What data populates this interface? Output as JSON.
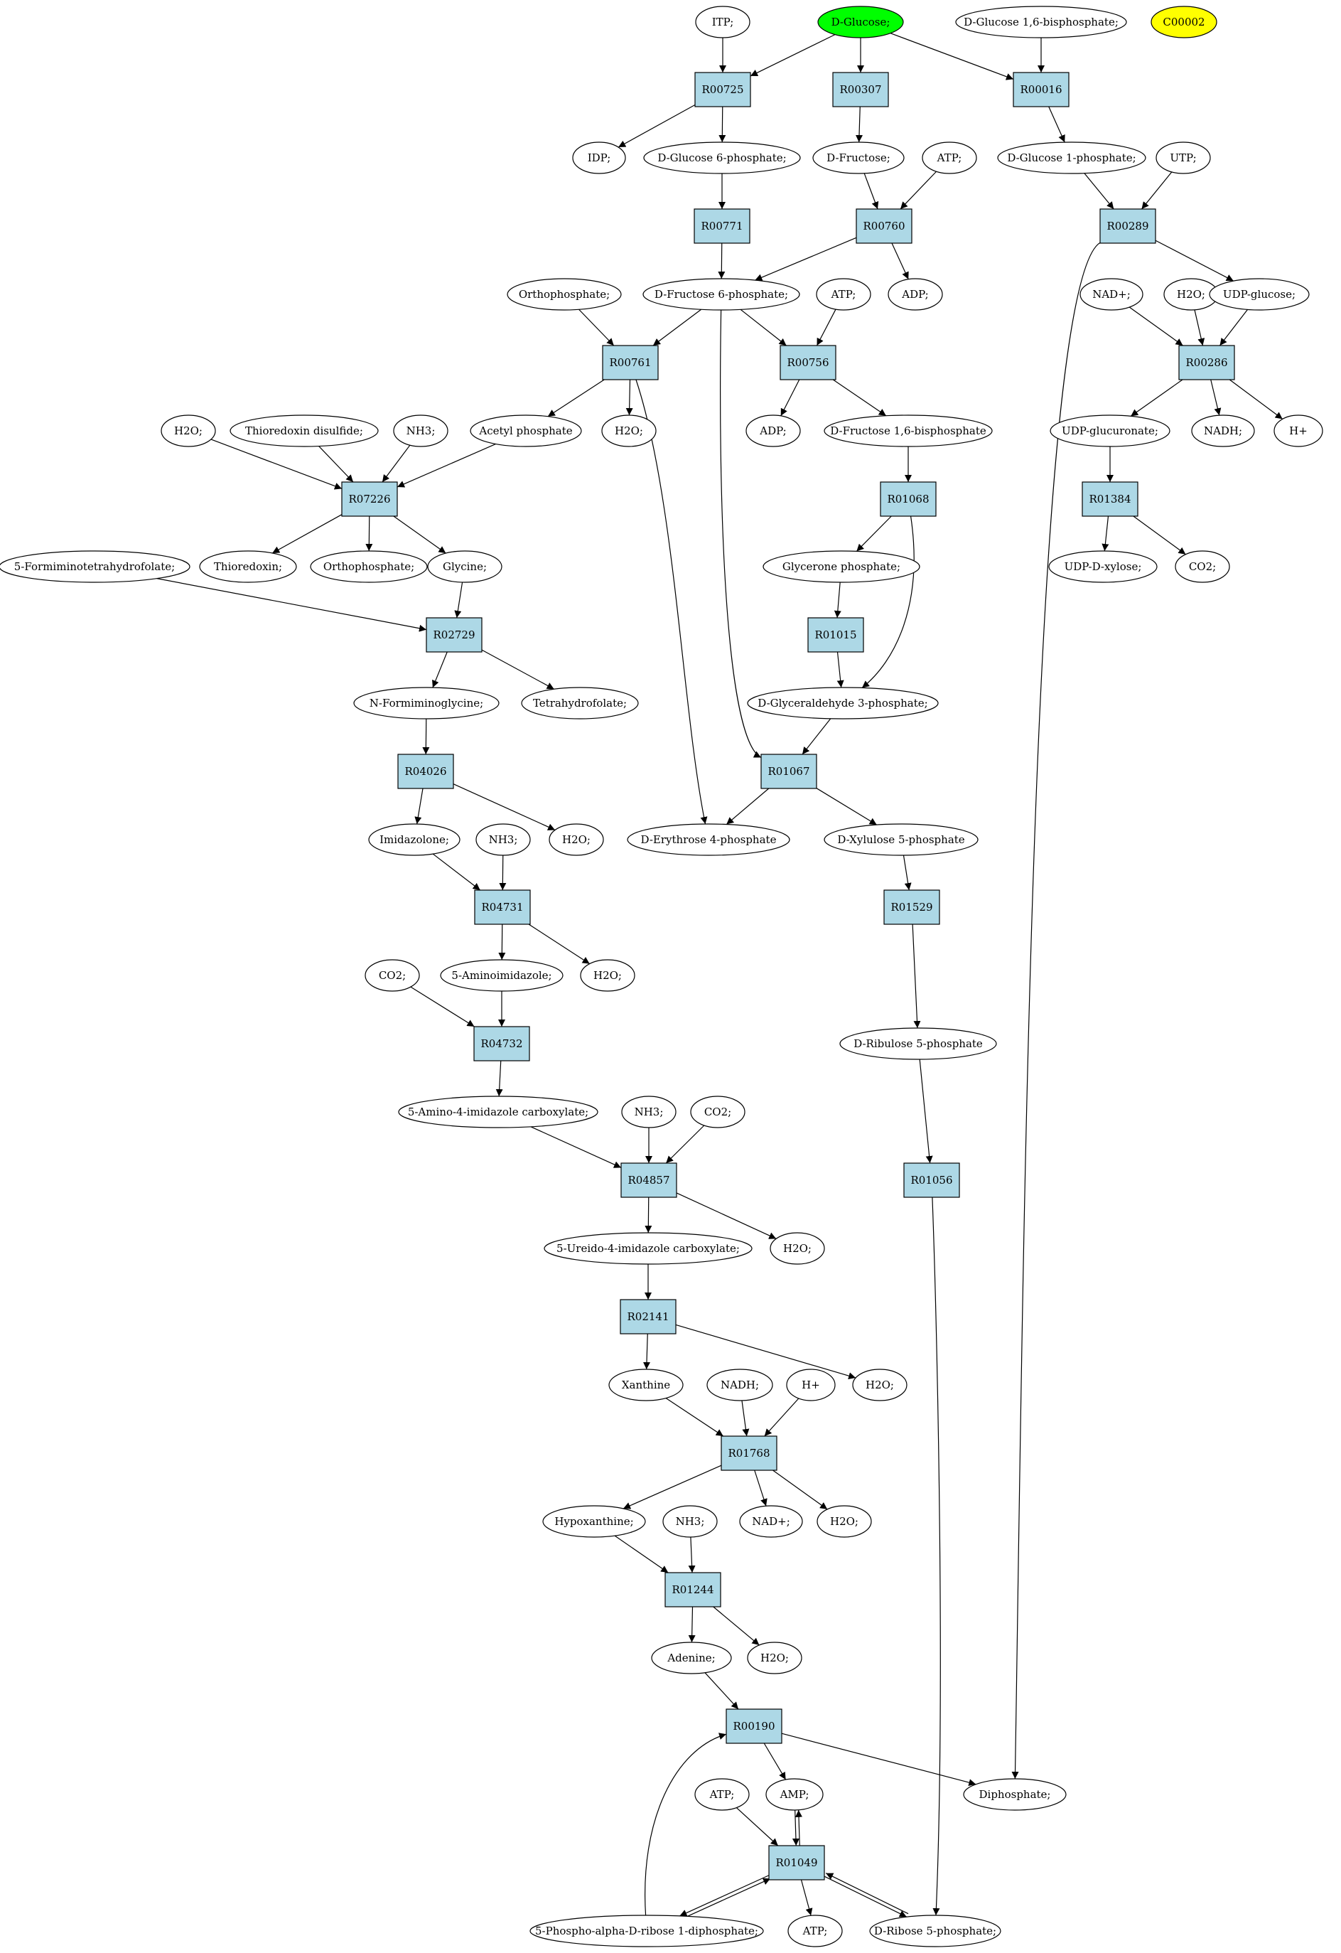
{
  "colors": {
    "reaction_fill": "#add8e6",
    "start_fill": "#00ff00",
    "target_fill": "#ffff00",
    "compound_fill": "#ffffff",
    "stroke": "#000000"
  },
  "nodes": [
    {
      "id": "c_itp",
      "kind": "compound",
      "label": "ITP;"
    },
    {
      "id": "c_glucose",
      "kind": "start",
      "label": "D-Glucose;"
    },
    {
      "id": "c_g16bp",
      "kind": "compound",
      "label": "D-Glucose 1,6-bisphosphate;"
    },
    {
      "id": "c_c00002",
      "kind": "target",
      "label": "C00002"
    },
    {
      "id": "r_R00725",
      "kind": "reaction",
      "label": "R00725"
    },
    {
      "id": "r_R00307",
      "kind": "reaction",
      "label": "R00307"
    },
    {
      "id": "r_R00016",
      "kind": "reaction",
      "label": "R00016"
    },
    {
      "id": "c_idp",
      "kind": "compound",
      "label": "IDP;"
    },
    {
      "id": "c_g6p",
      "kind": "compound",
      "label": "D-Glucose 6-phosphate;"
    },
    {
      "id": "c_fructose",
      "kind": "compound",
      "label": "D-Fructose;"
    },
    {
      "id": "c_atp1",
      "kind": "compound",
      "label": "ATP;"
    },
    {
      "id": "c_g1p",
      "kind": "compound",
      "label": "D-Glucose 1-phosphate;"
    },
    {
      "id": "c_utp",
      "kind": "compound",
      "label": "UTP;"
    },
    {
      "id": "r_R00771",
      "kind": "reaction",
      "label": "R00771"
    },
    {
      "id": "r_R00760",
      "kind": "reaction",
      "label": "R00760"
    },
    {
      "id": "r_R00289",
      "kind": "reaction",
      "label": "R00289"
    },
    {
      "id": "c_orthophosphate1",
      "kind": "compound",
      "label": "Orthophosphate;"
    },
    {
      "id": "c_f6p",
      "kind": "compound",
      "label": "D-Fructose 6-phosphate;"
    },
    {
      "id": "c_atp2",
      "kind": "compound",
      "label": "ATP;"
    },
    {
      "id": "c_adp1",
      "kind": "compound",
      "label": "ADP;"
    },
    {
      "id": "c_nad1",
      "kind": "compound",
      "label": "NAD+;"
    },
    {
      "id": "c_h2o_a",
      "kind": "compound",
      "label": "H2O;"
    },
    {
      "id": "c_udpglucose",
      "kind": "compound",
      "label": "UDP-glucose;"
    },
    {
      "id": "r_R00761",
      "kind": "reaction",
      "label": "R00761"
    },
    {
      "id": "r_R00756",
      "kind": "reaction",
      "label": "R00756"
    },
    {
      "id": "r_R00286",
      "kind": "reaction",
      "label": "R00286"
    },
    {
      "id": "c_h2o_b",
      "kind": "compound",
      "label": "H2O;"
    },
    {
      "id": "c_thioredoxin_ds",
      "kind": "compound",
      "label": "Thioredoxin disulfide;"
    },
    {
      "id": "c_nh3_a",
      "kind": "compound",
      "label": "NH3;"
    },
    {
      "id": "c_acetylp",
      "kind": "compound",
      "label": "Acetyl phosphate"
    },
    {
      "id": "c_h2o_c",
      "kind": "compound",
      "label": "H2O;"
    },
    {
      "id": "c_adp2",
      "kind": "compound",
      "label": "ADP;"
    },
    {
      "id": "c_f16bp",
      "kind": "compound",
      "label": "D-Fructose 1,6-bisphosphate"
    },
    {
      "id": "c_udpglucuronate",
      "kind": "compound",
      "label": "UDP-glucuronate;"
    },
    {
      "id": "c_nadh1",
      "kind": "compound",
      "label": "NADH;"
    },
    {
      "id": "c_hplus1",
      "kind": "compound",
      "label": "H+"
    },
    {
      "id": "r_R07226",
      "kind": "reaction",
      "label": "R07226"
    },
    {
      "id": "r_R01068",
      "kind": "reaction",
      "label": "R01068"
    },
    {
      "id": "r_R01384",
      "kind": "reaction",
      "label": "R01384"
    },
    {
      "id": "c_5fthf",
      "kind": "compound",
      "label": "5-Formiminotetrahydrofolate;"
    },
    {
      "id": "c_thioredoxin",
      "kind": "compound",
      "label": "Thioredoxin;"
    },
    {
      "id": "c_orthophosphate2",
      "kind": "compound",
      "label": "Orthophosphate;"
    },
    {
      "id": "c_glycine",
      "kind": "compound",
      "label": "Glycine;"
    },
    {
      "id": "c_glyceronep",
      "kind": "compound",
      "label": "Glycerone phosphate;"
    },
    {
      "id": "c_udpxylose",
      "kind": "compound",
      "label": "UDP-D-xylose;"
    },
    {
      "id": "c_co2_a",
      "kind": "compound",
      "label": "CO2;"
    },
    {
      "id": "r_R02729",
      "kind": "reaction",
      "label": "R02729"
    },
    {
      "id": "r_R01015",
      "kind": "reaction",
      "label": "R01015"
    },
    {
      "id": "c_nformimino",
      "kind": "compound",
      "label": "N-Formiminoglycine;"
    },
    {
      "id": "c_thf",
      "kind": "compound",
      "label": "Tetrahydrofolate;"
    },
    {
      "id": "c_g3p",
      "kind": "compound",
      "label": "D-Glyceraldehyde 3-phosphate;"
    },
    {
      "id": "r_R04026",
      "kind": "reaction",
      "label": "R04026"
    },
    {
      "id": "r_R01067",
      "kind": "reaction",
      "label": "R01067"
    },
    {
      "id": "c_imidazolone",
      "kind": "compound",
      "label": "Imidazolone;"
    },
    {
      "id": "c_nh3_b",
      "kind": "compound",
      "label": "NH3;"
    },
    {
      "id": "c_h2o_d",
      "kind": "compound",
      "label": "H2O;"
    },
    {
      "id": "c_e4p",
      "kind": "compound",
      "label": "D-Erythrose 4-phosphate"
    },
    {
      "id": "c_x5p",
      "kind": "compound",
      "label": "D-Xylulose 5-phosphate"
    },
    {
      "id": "r_R04731",
      "kind": "reaction",
      "label": "R04731"
    },
    {
      "id": "r_R01529",
      "kind": "reaction",
      "label": "R01529"
    },
    {
      "id": "c_co2_b",
      "kind": "compound",
      "label": "CO2;"
    },
    {
      "id": "c_5aminoimid",
      "kind": "compound",
      "label": "5-Aminoimidazole;"
    },
    {
      "id": "c_h2o_e",
      "kind": "compound",
      "label": "H2O;"
    },
    {
      "id": "r_R04732",
      "kind": "reaction",
      "label": "R04732"
    },
    {
      "id": "c_ru5p",
      "kind": "compound",
      "label": "D-Ribulose 5-phosphate"
    },
    {
      "id": "c_5amino4imid",
      "kind": "compound",
      "label": "5-Amino-4-imidazole carboxylate;"
    },
    {
      "id": "c_nh3_c",
      "kind": "compound",
      "label": "NH3;"
    },
    {
      "id": "c_co2_c",
      "kind": "compound",
      "label": "CO2;"
    },
    {
      "id": "r_R04857",
      "kind": "reaction",
      "label": "R04857"
    },
    {
      "id": "r_R01056",
      "kind": "reaction",
      "label": "R01056"
    },
    {
      "id": "c_5ureido",
      "kind": "compound",
      "label": "5-Ureido-4-imidazole carboxylate;"
    },
    {
      "id": "c_h2o_f",
      "kind": "compound",
      "label": "H2O;"
    },
    {
      "id": "r_R02141",
      "kind": "reaction",
      "label": "R02141"
    },
    {
      "id": "c_xanthine",
      "kind": "compound",
      "label": "Xanthine"
    },
    {
      "id": "c_nadh2",
      "kind": "compound",
      "label": "NADH;"
    },
    {
      "id": "c_hplus2",
      "kind": "compound",
      "label": "H+"
    },
    {
      "id": "c_h2o_g",
      "kind": "compound",
      "label": "H2O;"
    },
    {
      "id": "r_R01768",
      "kind": "reaction",
      "label": "R01768"
    },
    {
      "id": "c_hypoxanthine",
      "kind": "compound",
      "label": "Hypoxanthine;"
    },
    {
      "id": "c_nh3_d",
      "kind": "compound",
      "label": "NH3;"
    },
    {
      "id": "c_nad2",
      "kind": "compound",
      "label": "NAD+;"
    },
    {
      "id": "c_h2o_h",
      "kind": "compound",
      "label": "H2O;"
    },
    {
      "id": "r_R01244",
      "kind": "reaction",
      "label": "R01244"
    },
    {
      "id": "c_adenine",
      "kind": "compound",
      "label": "Adenine;"
    },
    {
      "id": "c_h2o_i",
      "kind": "compound",
      "label": "H2O;"
    },
    {
      "id": "r_R00190",
      "kind": "reaction",
      "label": "R00190"
    },
    {
      "id": "c_atp3",
      "kind": "compound",
      "label": "ATP;"
    },
    {
      "id": "c_amp",
      "kind": "compound",
      "label": "AMP;"
    },
    {
      "id": "c_diphosphate",
      "kind": "compound",
      "label": "Diphosphate;"
    },
    {
      "id": "r_R01049",
      "kind": "reaction",
      "label": "R01049"
    },
    {
      "id": "c_prpp",
      "kind": "compound",
      "label": "5-Phospho-alpha-D-ribose 1-diphosphate;"
    },
    {
      "id": "c_atp4",
      "kind": "compound",
      "label": "ATP;"
    },
    {
      "id": "c_r5p",
      "kind": "compound",
      "label": "D-Ribose 5-phosphate;"
    }
  ],
  "edges": [
    [
      "c_itp",
      "r_R00725"
    ],
    [
      "c_glucose",
      "r_R00725"
    ],
    [
      "c_glucose",
      "r_R00307"
    ],
    [
      "c_glucose",
      "r_R00016"
    ],
    [
      "c_g16bp",
      "r_R00016"
    ],
    [
      "r_R00725",
      "c_idp"
    ],
    [
      "r_R00725",
      "c_g6p"
    ],
    [
      "r_R00307",
      "c_fructose"
    ],
    [
      "r_R00016",
      "c_g1p"
    ],
    [
      "c_g6p",
      "r_R00771"
    ],
    [
      "c_fructose",
      "r_R00760"
    ],
    [
      "c_atp1",
      "r_R00760"
    ],
    [
      "c_g1p",
      "r_R00289"
    ],
    [
      "c_utp",
      "r_R00289"
    ],
    [
      "r_R00771",
      "c_f6p"
    ],
    [
      "r_R00760",
      "c_f6p"
    ],
    [
      "r_R00760",
      "c_adp1"
    ],
    [
      "r_R00289",
      "c_udpglucose"
    ],
    [
      "r_R00289",
      "c_diphosphate"
    ],
    [
      "c_orthophosphate1",
      "r_R00761"
    ],
    [
      "c_f6p",
      "r_R00761"
    ],
    [
      "c_f6p",
      "r_R00756"
    ],
    [
      "c_atp2",
      "r_R00756"
    ],
    [
      "c_f6p",
      "r_R01067"
    ],
    [
      "c_nad1",
      "r_R00286"
    ],
    [
      "c_h2o_a",
      "r_R00286"
    ],
    [
      "c_udpglucose",
      "r_R00286"
    ],
    [
      "r_R00761",
      "c_acetylp"
    ],
    [
      "r_R00761",
      "c_h2o_c"
    ],
    [
      "r_R00761",
      "c_e4p"
    ],
    [
      "r_R00756",
      "c_adp2"
    ],
    [
      "r_R00756",
      "c_f16bp"
    ],
    [
      "r_R00286",
      "c_udpglucuronate"
    ],
    [
      "r_R00286",
      "c_nadh1"
    ],
    [
      "r_R00286",
      "c_hplus1"
    ],
    [
      "c_h2o_b",
      "r_R07226"
    ],
    [
      "c_thioredoxin_ds",
      "r_R07226"
    ],
    [
      "c_nh3_a",
      "r_R07226"
    ],
    [
      "c_acetylp",
      "r_R07226"
    ],
    [
      "c_f16bp",
      "r_R01068"
    ],
    [
      "c_udpglucuronate",
      "r_R01384"
    ],
    [
      "r_R07226",
      "c_thioredoxin"
    ],
    [
      "r_R07226",
      "c_orthophosphate2"
    ],
    [
      "r_R07226",
      "c_glycine"
    ],
    [
      "r_R01068",
      "c_glyceronep"
    ],
    [
      "r_R01068",
      "c_g3p"
    ],
    [
      "r_R01384",
      "c_udpxylose"
    ],
    [
      "r_R01384",
      "c_co2_a"
    ],
    [
      "c_5fthf",
      "r_R02729"
    ],
    [
      "c_glycine",
      "r_R02729"
    ],
    [
      "c_glyceronep",
      "r_R01015"
    ],
    [
      "r_R02729",
      "c_nformimino"
    ],
    [
      "r_R02729",
      "c_thf"
    ],
    [
      "r_R01015",
      "c_g3p"
    ],
    [
      "c_nformimino",
      "r_R04026"
    ],
    [
      "c_g3p",
      "r_R01067"
    ],
    [
      "r_R04026",
      "c_imidazolone"
    ],
    [
      "r_R04026",
      "c_h2o_d"
    ],
    [
      "r_R01067",
      "c_e4p"
    ],
    [
      "r_R01067",
      "c_x5p"
    ],
    [
      "c_imidazolone",
      "r_R04731"
    ],
    [
      "c_nh3_b",
      "r_R04731"
    ],
    [
      "c_x5p",
      "r_R01529"
    ],
    [
      "r_R04731",
      "c_5aminoimid"
    ],
    [
      "r_R04731",
      "c_h2o_e"
    ],
    [
      "c_co2_b",
      "r_R04732"
    ],
    [
      "c_5aminoimid",
      "r_R04732"
    ],
    [
      "r_R01529",
      "c_ru5p"
    ],
    [
      "r_R04732",
      "c_5amino4imid"
    ],
    [
      "c_5amino4imid",
      "r_R04857"
    ],
    [
      "c_nh3_c",
      "r_R04857"
    ],
    [
      "c_co2_c",
      "r_R04857"
    ],
    [
      "c_ru5p",
      "r_R01056"
    ],
    [
      "r_R04857",
      "c_5ureido"
    ],
    [
      "r_R04857",
      "c_h2o_f"
    ],
    [
      "c_5ureido",
      "r_R02141"
    ],
    [
      "r_R02141",
      "c_xanthine"
    ],
    [
      "r_R02141",
      "c_h2o_g"
    ],
    [
      "c_xanthine",
      "r_R01768"
    ],
    [
      "c_nadh2",
      "r_R01768"
    ],
    [
      "c_hplus2",
      "r_R01768"
    ],
    [
      "r_R01768",
      "c_hypoxanthine"
    ],
    [
      "r_R01768",
      "c_nad2"
    ],
    [
      "r_R01768",
      "c_h2o_h"
    ],
    [
      "c_hypoxanthine",
      "r_R01244"
    ],
    [
      "c_nh3_d",
      "r_R01244"
    ],
    [
      "r_R01244",
      "c_adenine"
    ],
    [
      "r_R01244",
      "c_h2o_i"
    ],
    [
      "c_adenine",
      "r_R00190"
    ],
    [
      "c_prpp",
      "r_R00190"
    ],
    [
      "r_R00190",
      "c_amp"
    ],
    [
      "r_R00190",
      "c_diphosphate"
    ],
    [
      "c_atp3",
      "r_R01049"
    ],
    [
      "c_amp",
      "r_R01049"
    ],
    [
      "r_R01049",
      "c_amp"
    ],
    [
      "r_R01049",
      "c_prpp"
    ],
    [
      "c_prpp",
      "r_R01049"
    ],
    [
      "r_R01049",
      "c_atp4"
    ],
    [
      "r_R01049",
      "c_r5p"
    ],
    [
      "c_r5p",
      "r_R01049"
    ],
    [
      "r_R01056",
      "c_r5p"
    ]
  ]
}
